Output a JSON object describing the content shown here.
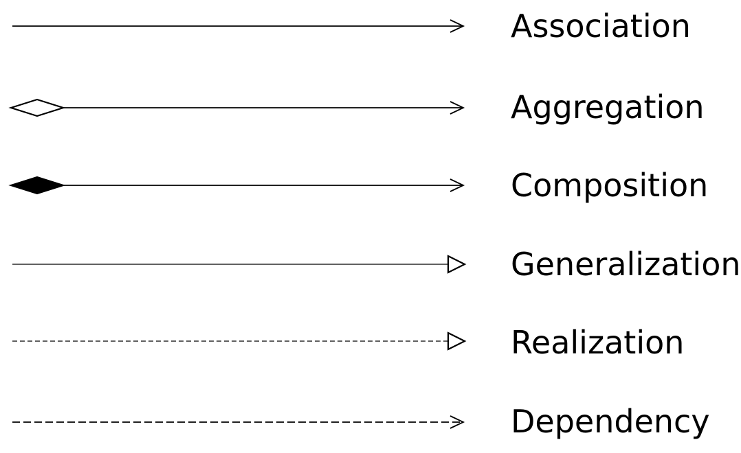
{
  "relationships": [
    {
      "id": "association",
      "label": "Association",
      "line": "solid",
      "tail": "none",
      "head": "open-arrow"
    },
    {
      "id": "aggregation",
      "label": "Aggregation",
      "line": "solid",
      "tail": "hollow-diamond",
      "head": "open-arrow"
    },
    {
      "id": "composition",
      "label": "Composition",
      "line": "solid",
      "tail": "filled-diamond",
      "head": "open-arrow"
    },
    {
      "id": "generalization",
      "label": "Generalization",
      "line": "solid",
      "tail": "none",
      "head": "hollow-triangle"
    },
    {
      "id": "realization",
      "label": "Realization",
      "line": "dashed",
      "tail": "none",
      "head": "hollow-triangle"
    },
    {
      "id": "dependency",
      "label": "Dependency",
      "line": "dashed",
      "tail": "none",
      "head": "open-arrow"
    }
  ],
  "colors": {
    "stroke": "#000000",
    "background": "#ffffff"
  }
}
